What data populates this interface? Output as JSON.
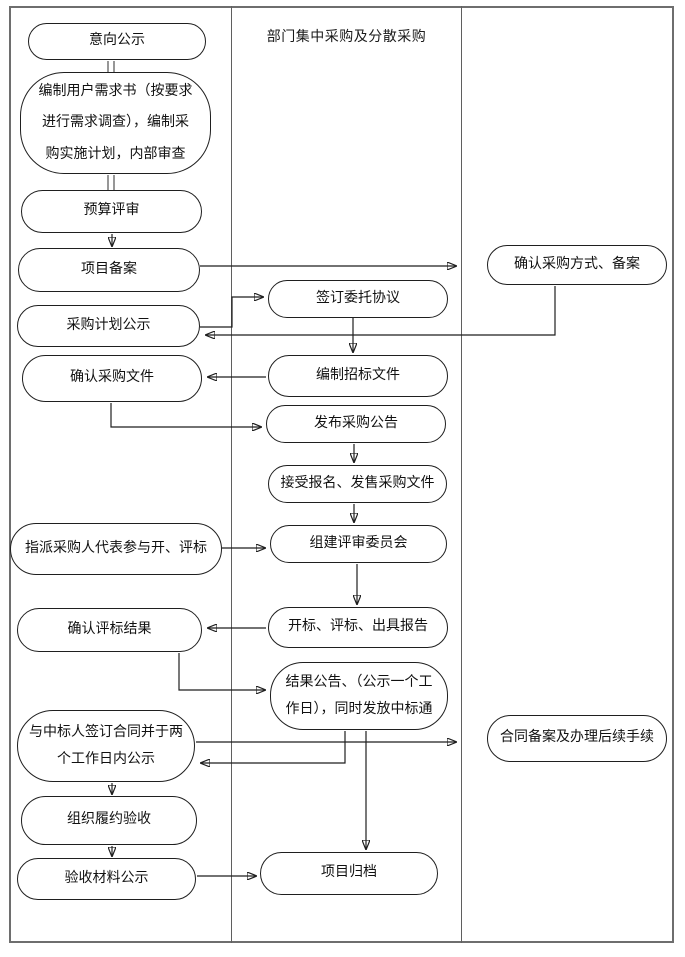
{
  "page": {
    "background": "#ffffff",
    "ink_color": "#1f1f1f",
    "frame_color": "#6e6e6e"
  },
  "columns": {
    "middle_header": "部门集中采购及分散采购"
  },
  "nodes": {
    "intent": {
      "label": "意向公示"
    },
    "requirements": {
      "lines": [
        "编制用户需求书（按要求",
        "进行需求调查），编制采",
        "购实施计划，内部审查"
      ]
    },
    "budget": {
      "label": "预算评审"
    },
    "filing": {
      "label": "项目备案"
    },
    "plan_public": {
      "label": "采购计划公示"
    },
    "confirm_doc": {
      "label": "确认采购文件"
    },
    "assign_rep": {
      "label": "指派采购人代表参与开、评标"
    },
    "confirm_result": {
      "label": "确认评标结果"
    },
    "sign_contract": {
      "lines": [
        "与中标人签订合同并于两",
        "个工作日内公示"
      ]
    },
    "perform_acceptance": {
      "label": "组织履约验收"
    },
    "acceptance_public": {
      "label": "验收材料公示"
    },
    "delegate": {
      "label": "签订委托协议"
    },
    "tender_doc": {
      "label": "编制招标文件"
    },
    "announce": {
      "label": "发布采购公告"
    },
    "registration": {
      "label": "接受报名、发售采购文件"
    },
    "committee": {
      "label": "组建评审委员会"
    },
    "bid_opening": {
      "label": "开标、评标、出具报告"
    },
    "result_announce": {
      "lines": [
        "结果公告、（公示一个工",
        "作日），同时发放中标通"
      ]
    },
    "archive": {
      "label": "项目归档"
    },
    "confirm_method": {
      "label": "确认采购方式、备案"
    },
    "contract_filing": {
      "label": "合同备案及办理后续手续"
    }
  },
  "edges": [
    {
      "from": "intent",
      "to": "requirements",
      "style": "double-bar"
    },
    {
      "from": "requirements",
      "to": "budget",
      "style": "double-bar"
    },
    {
      "from": "budget",
      "to": "filing",
      "style": "arrow"
    },
    {
      "from": "filing",
      "to": "confirm_method",
      "style": "arrow"
    },
    {
      "from": "confirm_method",
      "to": "plan_public",
      "style": "arrow"
    },
    {
      "from": "plan_public",
      "to": "delegate",
      "style": "arrow"
    },
    {
      "from": "delegate",
      "to": "tender_doc",
      "style": "arrow"
    },
    {
      "from": "tender_doc",
      "to": "confirm_doc",
      "style": "arrow"
    },
    {
      "from": "confirm_doc",
      "to": "announce",
      "style": "arrow"
    },
    {
      "from": "announce",
      "to": "registration",
      "style": "arrow"
    },
    {
      "from": "registration",
      "to": "committee",
      "style": "arrow"
    },
    {
      "from": "assign_rep",
      "to": "committee",
      "style": "arrow"
    },
    {
      "from": "committee",
      "to": "bid_opening",
      "style": "arrow"
    },
    {
      "from": "bid_opening",
      "to": "confirm_result",
      "style": "arrow"
    },
    {
      "from": "confirm_result",
      "to": "result_announce",
      "style": "arrow"
    },
    {
      "from": "result_announce",
      "to": "sign_contract",
      "style": "arrow"
    },
    {
      "from": "sign_contract",
      "to": "contract_filing",
      "style": "arrow"
    },
    {
      "from": "result_announce",
      "to": "archive",
      "style": "arrow"
    },
    {
      "from": "sign_contract",
      "to": "perform_acceptance",
      "style": "arrow"
    },
    {
      "from": "perform_acceptance",
      "to": "acceptance_public",
      "style": "arrow"
    },
    {
      "from": "acceptance_public",
      "to": "archive",
      "style": "arrow"
    }
  ]
}
